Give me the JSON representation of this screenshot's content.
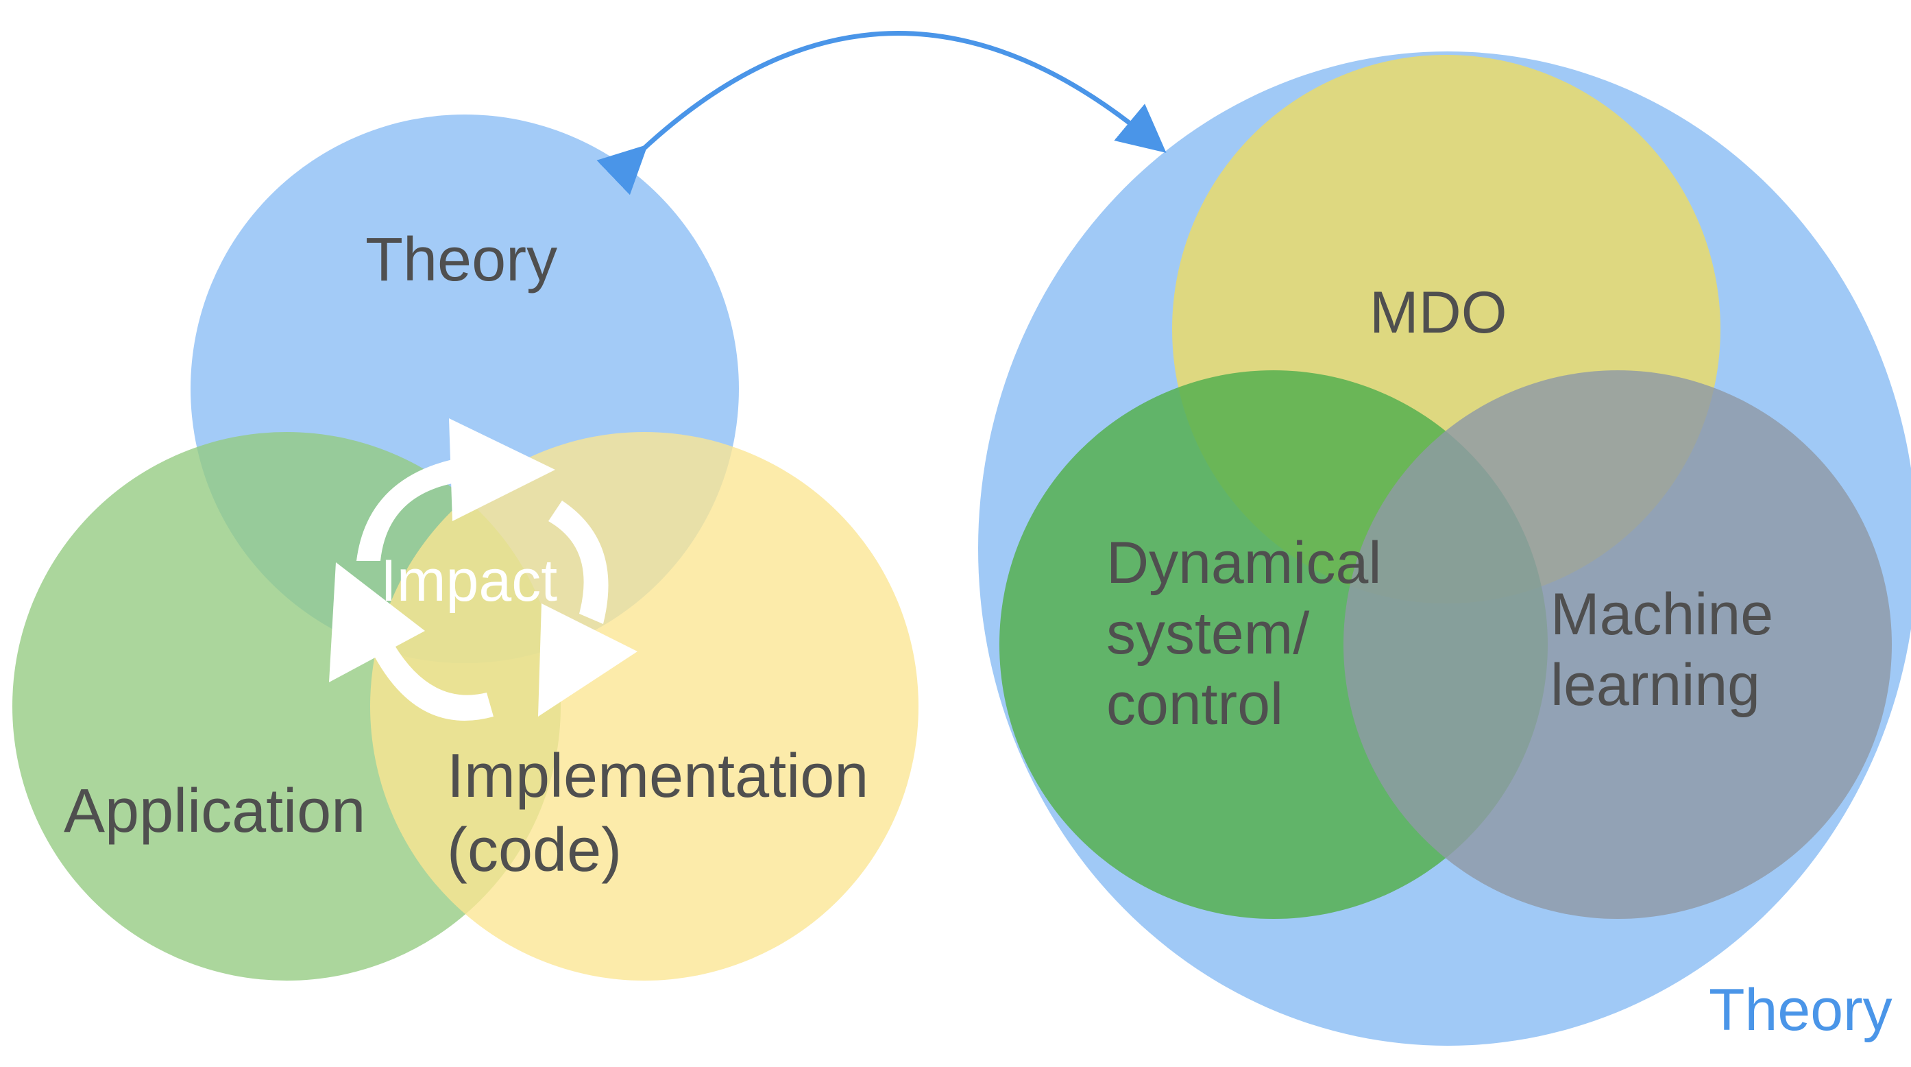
{
  "left_diagram": {
    "theory_label": "Theory",
    "application_label": "Application",
    "implementation_label": "Implementation\n(code)",
    "impact_label": "Impact"
  },
  "right_diagram": {
    "mdo_label": "MDO",
    "dynamical_label": "Dynamical\nsystem/\ncontrol",
    "ml_label": "Machine\nlearning",
    "theory_label": "Theory"
  },
  "colors": {
    "theory_blue": "#8fc0f5",
    "application_green": "#9fd190",
    "implementation_yellow": "#fbe79a",
    "mdo_yellow": "#e0d97c",
    "dynamical_green": "#5eb55e",
    "ml_gray": "#8a96a2",
    "arrow_blue": "#4a95e8",
    "impact_arrows": "#ffffff",
    "text_gray": "#4f4f4f"
  }
}
